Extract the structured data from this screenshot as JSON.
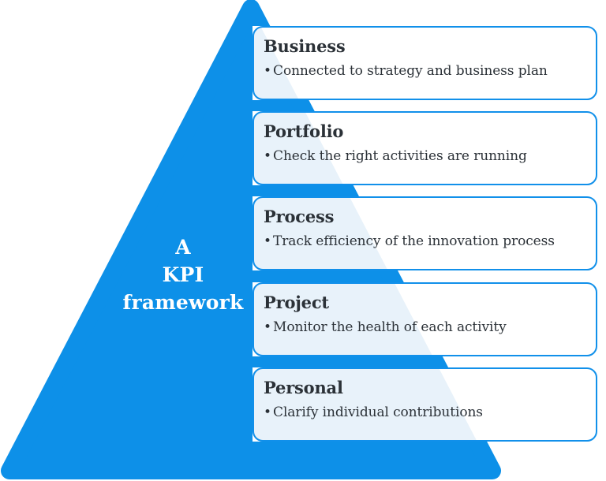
{
  "diagram": {
    "title": "A KPI framework",
    "pyramid_label_lines": [
      "A",
      "KPI",
      "framework"
    ],
    "colors": {
      "pyramid_blue": "#0D90E8",
      "card_border": "#1190EA",
      "card_tint": "#E8F2FA",
      "card_background": "#FFFFFF",
      "text_dark": "#2B3137",
      "label_text": "#FFFFFF"
    },
    "bullet_glyph": "•",
    "levels": [
      {
        "title": "Business",
        "description": "Connected to strategy and business plan"
      },
      {
        "title": "Portfolio",
        "description": "Check the right activities are running"
      },
      {
        "title": "Process",
        "description": "Track efficiency of the innovation process"
      },
      {
        "title": "Project",
        "description": "Monitor the health of each activity"
      },
      {
        "title": "Personal",
        "description": "Clarify individual contributions"
      }
    ]
  }
}
